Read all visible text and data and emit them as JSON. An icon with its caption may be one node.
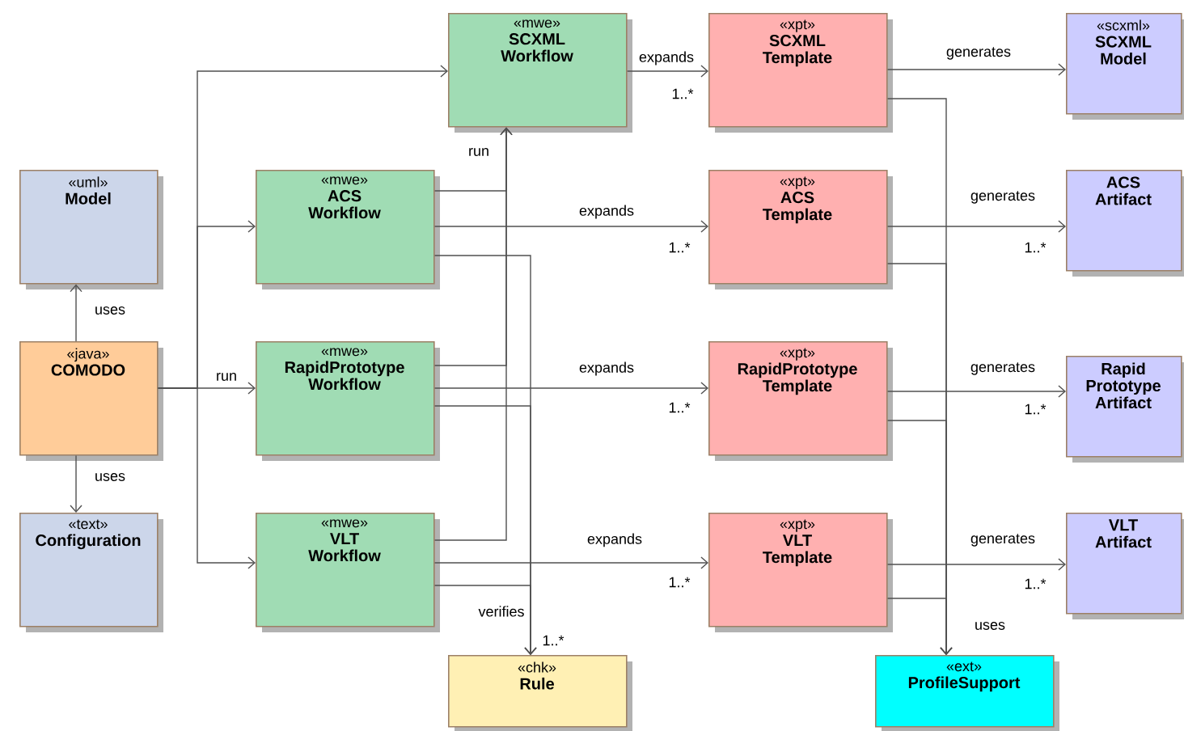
{
  "diagram": {
    "nodes": [
      {
        "text": [
          "«uml»",
          "Model"
        ]
      },
      {
        "text": [
          "«java»",
          "COMODO"
        ]
      },
      {
        "text": [
          "«text»",
          "Configuration"
        ]
      },
      {
        "text": [
          "«mwe»",
          "SCXML Workflow"
        ]
      },
      {
        "text": [
          "«mwe»",
          "ACS Workflow"
        ]
      },
      {
        "text": [
          "«mwe»",
          "RapidPrototype Workflow"
        ]
      },
      {
        "text": [
          "«mwe»",
          "VLT Workflow"
        ]
      },
      {
        "text": [
          "«xpt»",
          "SCXML Template"
        ]
      },
      {
        "text": [
          "«xpt»",
          "ACS Template"
        ]
      },
      {
        "text": [
          "«xpt»",
          "RapidPrototype Template"
        ]
      },
      {
        "text": [
          "«xpt»",
          "VLT Template"
        ]
      },
      {
        "text": [
          "«scxml»",
          "SCXML Model"
        ]
      },
      {
        "text": [
          "ACS Artifact"
        ]
      },
      {
        "text": [
          "Rapid Prototype Artifact"
        ]
      },
      {
        "text": [
          "VLT Artifact"
        ]
      },
      {
        "text": [
          "«chk»",
          "Rule"
        ]
      },
      {
        "text": [
          "«ext»",
          "ProfileSupport"
        ]
      }
    ],
    "edges": [
      {
        "from": 1,
        "to": 0,
        "arrow": "to",
        "label": "uses"
      },
      {
        "from": 1,
        "to": 2,
        "arrow": "to",
        "label": "uses"
      },
      {
        "from": 1,
        "to": 3,
        "arrow": "to"
      },
      {
        "from": 1,
        "to": 4,
        "arrow": "to"
      },
      {
        "from": 1,
        "to": 5,
        "arrow": "to",
        "label": "run"
      },
      {
        "from": 1,
        "to": 6,
        "arrow": "to"
      },
      {
        "from": 4,
        "to": 3,
        "arrow": "to",
        "label": "run"
      },
      {
        "from": 5,
        "to": 3,
        "arrow": "to"
      },
      {
        "from": 6,
        "to": 3,
        "arrow": "to"
      },
      {
        "from": 3,
        "to": 7,
        "arrow": "to",
        "label": "expands"
      },
      {
        "from": 4,
        "to": 8,
        "arrow": "to",
        "label": "expands"
      },
      {
        "from": 5,
        "to": 9,
        "arrow": "to",
        "label": "expands"
      },
      {
        "from": 6,
        "to": 10,
        "arrow": "to",
        "label": "expands"
      },
      {
        "from": 4,
        "to": 15,
        "arrow": "to",
        "label": "verifies"
      },
      {
        "from": 5,
        "to": 15,
        "arrow": "to"
      },
      {
        "from": 6,
        "to": 15,
        "arrow": "to"
      },
      {
        "from": 7,
        "to": 11,
        "arrow": "to",
        "label": "generates"
      },
      {
        "from": 8,
        "to": 12,
        "arrow": "to",
        "label": "generates"
      },
      {
        "from": 9,
        "to": 13,
        "arrow": "to",
        "label": "generates"
      },
      {
        "from": 10,
        "to": 14,
        "arrow": "to",
        "label": "generates"
      },
      {
        "from": 7,
        "to": 16,
        "arrow": "to",
        "label": "uses"
      },
      {
        "from": 8,
        "to": 16,
        "arrow": "to"
      },
      {
        "from": 9,
        "to": 16,
        "arrow": "to"
      },
      {
        "from": 10,
        "to": 16,
        "arrow": "to"
      }
    ],
    "labels": [
      "1..*",
      "1..*",
      "1..*",
      "1..*",
      "1..*",
      "1..*",
      "1..*",
      "1..*"
    ]
  }
}
